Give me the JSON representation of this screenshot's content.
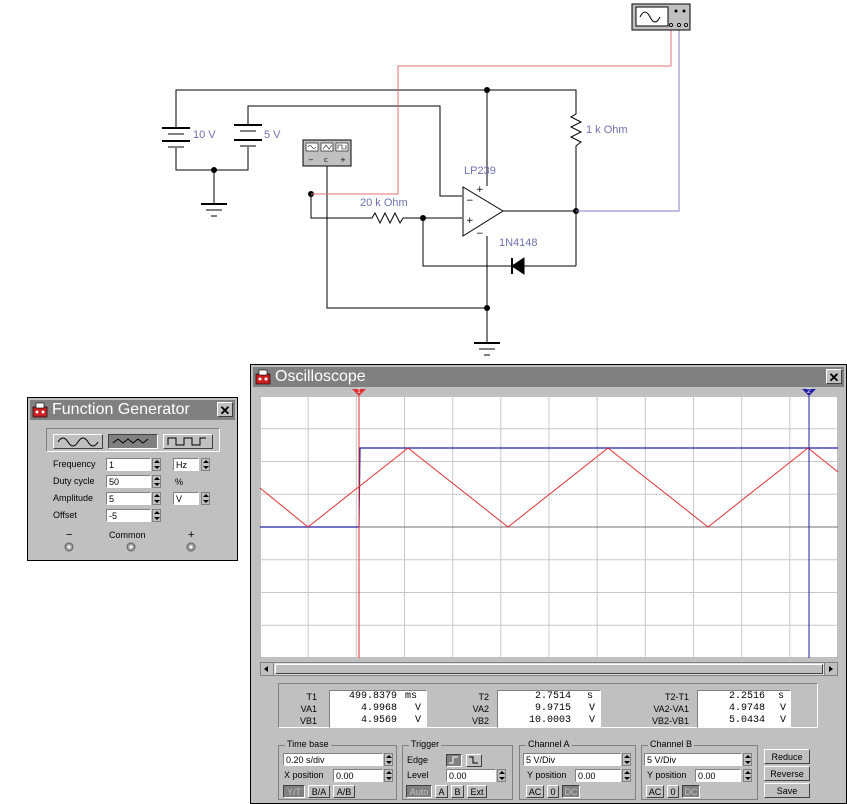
{
  "circuit": {
    "battery1_label": "10 V",
    "battery2_label": "5 V",
    "resistor1_label": "1 k Ohm",
    "resistor2_label": "20 k Ohm",
    "opamp_label": "LP239",
    "diode_label": "1N4148",
    "opamp_plus": "+",
    "opamp_minus_top": "−",
    "opamp_plus_mid": "+",
    "opamp_minus_bot": "−",
    "fg_terminal_minus": "−",
    "fg_terminal_common": "c",
    "fg_terminal_plus": "+",
    "colors": {
      "wire": "#000000",
      "label": "#7070b0",
      "red_probe": "#e07070",
      "blue_probe": "#8080c0"
    }
  },
  "function_generator": {
    "title": "Function Generator",
    "waveforms": [
      "sine-wave-icon",
      "triangle-wave-icon",
      "square-wave-icon"
    ],
    "selected_waveform": "triangle",
    "frequency_label": "Frequency",
    "frequency_value": "1",
    "frequency_unit": "Hz",
    "duty_label": "Duty cycle",
    "duty_value": "50",
    "duty_unit": "%",
    "amplitude_label": "Amplitude",
    "amplitude_value": "5",
    "amplitude_unit": "V",
    "offset_label": "Offset",
    "offset_value": "-5",
    "terminal_minus": "−",
    "terminal_common": "Common",
    "terminal_plus": "+"
  },
  "oscilloscope": {
    "title": "Oscilloscope",
    "close": "✕",
    "cursor1_tag": "1",
    "cursor2_tag": "2",
    "readouts": {
      "t1_label": "T1",
      "t1_value": "499.8379",
      "t1_unit": "ms",
      "va1_label": "VA1",
      "va1_value": "4.9968",
      "va1_unit": "V",
      "vb1_label": "VB1",
      "vb1_value": "4.9569",
      "vb1_unit": "V",
      "t2_label": "T2",
      "t2_value": "2.7514",
      "t2_unit": "s",
      "va2_label": "VA2",
      "va2_value": "9.9715",
      "va2_unit": "V",
      "vb2_label": "VB2",
      "vb2_value": "10.0003",
      "vb2_unit": "V",
      "dt_label": "T2-T1",
      "dt_value": "2.2516",
      "dt_unit": "s",
      "dva_label": "VA2-VA1",
      "dva_value": "4.9748",
      "dva_unit": "V",
      "dvb_label": "VB2-VB1",
      "dvb_value": "5.0434",
      "dvb_unit": "V"
    },
    "timebase": {
      "title": "Time base",
      "value": "0.20 s/div",
      "xpos_label": "X position",
      "xpos_value": "0.00",
      "btn_yt": "Y/T",
      "btn_ba": "B/A",
      "btn_ab": "A/B"
    },
    "trigger": {
      "title": "Trigger",
      "edge_label": "Edge",
      "level_label": "Level",
      "level_value": "0.00",
      "btn_auto": "Auto",
      "btn_a": "A",
      "btn_b": "B",
      "btn_ext": "Ext"
    },
    "channel_a": {
      "title": "Channel A",
      "value": "5 V/Div",
      "ypos_label": "Y position",
      "ypos_value": "0.00",
      "btn_ac": "AC",
      "btn_0": "0",
      "btn_dc": "DC"
    },
    "channel_b": {
      "title": "Channel B",
      "value": "5 V/Div",
      "ypos_label": "Y position",
      "ypos_value": "0.00",
      "btn_ac": "AC",
      "btn_0": "0",
      "btn_dc": "DC"
    },
    "buttons": {
      "reduce": "Reduce",
      "reverse": "Reverse",
      "save": "Save"
    },
    "trace_colors": {
      "channel_a": "#e03030",
      "channel_b": "#2020a0",
      "grid": "#c8c8c8",
      "axis": "#707070"
    }
  }
}
